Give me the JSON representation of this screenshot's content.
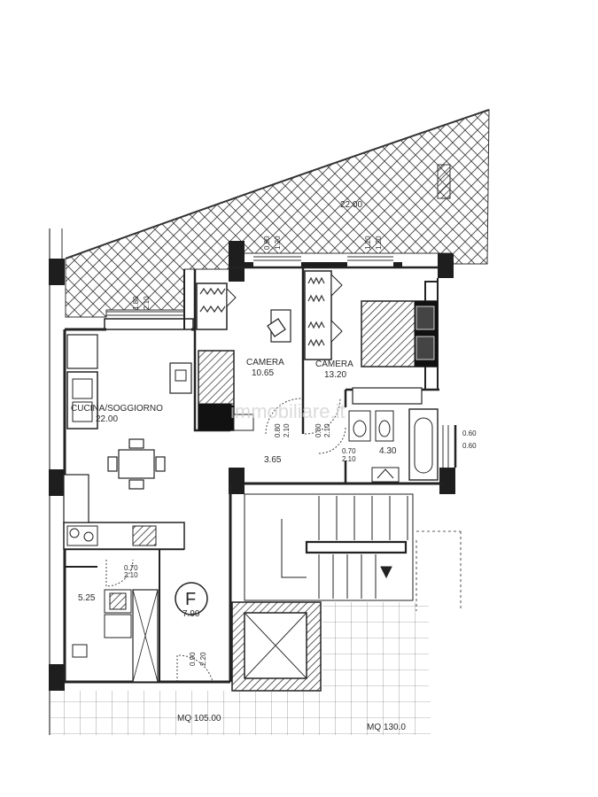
{
  "rooms": {
    "living": {
      "name": "CUCINA/SOGGIORNO",
      "area": "22.00"
    },
    "camera1": {
      "name": "CAMERA",
      "area": "10.65"
    },
    "camera2": {
      "name": "CAMERA",
      "area": "13.20"
    },
    "terrace": {
      "area": "22.00"
    },
    "hall": {
      "area": "3.65"
    },
    "bath": {
      "area": "4.30"
    },
    "service": {
      "area": "5.25"
    },
    "f_room": {
      "area": "7.90"
    }
  },
  "dims": {
    "w_living_a": "1.80",
    "w_living_b": "2.10",
    "w_cam1_a": "0.90",
    "w_cam1_b": "1.20",
    "w_cam2_a": "1.20",
    "w_cam2_b": "1.20",
    "d_cam1_a": "0.80",
    "d_cam1_b": "2.10",
    "d_cam2_a": "0.80",
    "d_cam2_b": "2.10",
    "d_bath_a": "0.70",
    "d_bath_b": "2.10",
    "w_bath_a": "0.60",
    "w_bath_b": "0.60",
    "d_serv_a": "0.70",
    "d_serv_b": "2.10",
    "d_entry_a": "0.90",
    "d_entry_b": "2.20"
  },
  "unit_letter": "F",
  "totals": {
    "apartment": "MQ 105.00",
    "overall": "MQ  130.0"
  },
  "watermark": "immobiliare.it"
}
